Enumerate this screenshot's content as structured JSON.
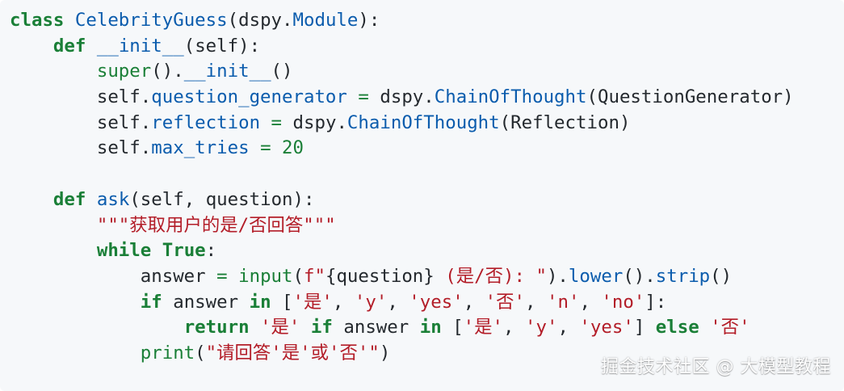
{
  "editor": {
    "language": "python",
    "colors": {
      "background": "#f6f8fa",
      "keyword": "#1a7f37",
      "name": "#0b5cad",
      "string": "#b31d28",
      "text": "#24292e"
    },
    "lines": [
      [
        {
          "t": "class",
          "c": "kw"
        },
        {
          "t": " ",
          "c": "pl"
        },
        {
          "t": "CelebrityGuess",
          "c": "cls"
        },
        {
          "t": "(",
          "c": "brk"
        },
        {
          "t": "dspy",
          "c": "pl"
        },
        {
          "t": ".",
          "c": "brk"
        },
        {
          "t": "Module",
          "c": "mod"
        },
        {
          "t": "):",
          "c": "brk"
        }
      ],
      [
        {
          "t": "    ",
          "c": "pl"
        },
        {
          "t": "def",
          "c": "kw"
        },
        {
          "t": " ",
          "c": "pl"
        },
        {
          "t": "__init__",
          "c": "fn"
        },
        {
          "t": "(",
          "c": "brk"
        },
        {
          "t": "self",
          "c": "pl"
        },
        {
          "t": "):",
          "c": "brk"
        }
      ],
      [
        {
          "t": "        ",
          "c": "pl"
        },
        {
          "t": "super",
          "c": "bi"
        },
        {
          "t": "().",
          "c": "brk"
        },
        {
          "t": "__init__",
          "c": "mod"
        },
        {
          "t": "()",
          "c": "brk"
        }
      ],
      [
        {
          "t": "        ",
          "c": "pl"
        },
        {
          "t": "self",
          "c": "pl"
        },
        {
          "t": ".",
          "c": "brk"
        },
        {
          "t": "question_generator",
          "c": "mod"
        },
        {
          "t": " ",
          "c": "pl"
        },
        {
          "t": "=",
          "c": "op"
        },
        {
          "t": " ",
          "c": "pl"
        },
        {
          "t": "dspy",
          "c": "pl"
        },
        {
          "t": ".",
          "c": "brk"
        },
        {
          "t": "ChainOfThought",
          "c": "mod"
        },
        {
          "t": "(",
          "c": "brk"
        },
        {
          "t": "QuestionGenerator",
          "c": "pl"
        },
        {
          "t": ")",
          "c": "brk"
        }
      ],
      [
        {
          "t": "        ",
          "c": "pl"
        },
        {
          "t": "self",
          "c": "pl"
        },
        {
          "t": ".",
          "c": "brk"
        },
        {
          "t": "reflection",
          "c": "mod"
        },
        {
          "t": " ",
          "c": "pl"
        },
        {
          "t": "=",
          "c": "op"
        },
        {
          "t": " ",
          "c": "pl"
        },
        {
          "t": "dspy",
          "c": "pl"
        },
        {
          "t": ".",
          "c": "brk"
        },
        {
          "t": "ChainOfThought",
          "c": "mod"
        },
        {
          "t": "(",
          "c": "brk"
        },
        {
          "t": "Reflection",
          "c": "pl"
        },
        {
          "t": ")",
          "c": "brk"
        }
      ],
      [
        {
          "t": "        ",
          "c": "pl"
        },
        {
          "t": "self",
          "c": "pl"
        },
        {
          "t": ".",
          "c": "brk"
        },
        {
          "t": "max_tries",
          "c": "mod"
        },
        {
          "t": " ",
          "c": "pl"
        },
        {
          "t": "=",
          "c": "op"
        },
        {
          "t": " ",
          "c": "pl"
        },
        {
          "t": "20",
          "c": "num"
        }
      ],
      [
        {
          "t": "",
          "c": "pl"
        }
      ],
      [
        {
          "t": "    ",
          "c": "pl"
        },
        {
          "t": "def",
          "c": "kw"
        },
        {
          "t": " ",
          "c": "pl"
        },
        {
          "t": "ask",
          "c": "fn"
        },
        {
          "t": "(",
          "c": "brk"
        },
        {
          "t": "self",
          "c": "pl"
        },
        {
          "t": ", ",
          "c": "brk"
        },
        {
          "t": "question",
          "c": "pl"
        },
        {
          "t": "):",
          "c": "brk"
        }
      ],
      [
        {
          "t": "        ",
          "c": "pl"
        },
        {
          "t": "\"\"\"获取用户的是/否回答\"\"\"",
          "c": "doc"
        }
      ],
      [
        {
          "t": "        ",
          "c": "pl"
        },
        {
          "t": "while",
          "c": "kw"
        },
        {
          "t": " ",
          "c": "pl"
        },
        {
          "t": "True",
          "c": "kw"
        },
        {
          "t": ":",
          "c": "brk"
        }
      ],
      [
        {
          "t": "            ",
          "c": "pl"
        },
        {
          "t": "answer",
          "c": "pl"
        },
        {
          "t": " ",
          "c": "pl"
        },
        {
          "t": "=",
          "c": "op"
        },
        {
          "t": " ",
          "c": "pl"
        },
        {
          "t": "input",
          "c": "bi"
        },
        {
          "t": "(",
          "c": "brk"
        },
        {
          "t": "f\"",
          "c": "str"
        },
        {
          "t": "{question}",
          "c": "fmt"
        },
        {
          "t": " (是/否): \"",
          "c": "str"
        },
        {
          "t": ").",
          "c": "brk"
        },
        {
          "t": "lower",
          "c": "mod"
        },
        {
          "t": "().",
          "c": "brk"
        },
        {
          "t": "strip",
          "c": "mod"
        },
        {
          "t": "()",
          "c": "brk"
        }
      ],
      [
        {
          "t": "            ",
          "c": "pl"
        },
        {
          "t": "if",
          "c": "kw"
        },
        {
          "t": " ",
          "c": "pl"
        },
        {
          "t": "answer",
          "c": "pl"
        },
        {
          "t": " ",
          "c": "pl"
        },
        {
          "t": "in",
          "c": "kw"
        },
        {
          "t": " ",
          "c": "pl"
        },
        {
          "t": "[",
          "c": "brk"
        },
        {
          "t": "'是'",
          "c": "str"
        },
        {
          "t": ", ",
          "c": "brk"
        },
        {
          "t": "'y'",
          "c": "str"
        },
        {
          "t": ", ",
          "c": "brk"
        },
        {
          "t": "'yes'",
          "c": "str"
        },
        {
          "t": ", ",
          "c": "brk"
        },
        {
          "t": "'否'",
          "c": "str"
        },
        {
          "t": ", ",
          "c": "brk"
        },
        {
          "t": "'n'",
          "c": "str"
        },
        {
          "t": ", ",
          "c": "brk"
        },
        {
          "t": "'no'",
          "c": "str"
        },
        {
          "t": "]:",
          "c": "brk"
        }
      ],
      [
        {
          "t": "                ",
          "c": "pl"
        },
        {
          "t": "return",
          "c": "kw"
        },
        {
          "t": " ",
          "c": "pl"
        },
        {
          "t": "'是'",
          "c": "str"
        },
        {
          "t": " ",
          "c": "pl"
        },
        {
          "t": "if",
          "c": "kw"
        },
        {
          "t": " ",
          "c": "pl"
        },
        {
          "t": "answer",
          "c": "pl"
        },
        {
          "t": " ",
          "c": "pl"
        },
        {
          "t": "in",
          "c": "kw"
        },
        {
          "t": " ",
          "c": "pl"
        },
        {
          "t": "[",
          "c": "brk"
        },
        {
          "t": "'是'",
          "c": "str"
        },
        {
          "t": ", ",
          "c": "brk"
        },
        {
          "t": "'y'",
          "c": "str"
        },
        {
          "t": ", ",
          "c": "brk"
        },
        {
          "t": "'yes'",
          "c": "str"
        },
        {
          "t": "]",
          "c": "brk"
        },
        {
          "t": " ",
          "c": "pl"
        },
        {
          "t": "else",
          "c": "kw"
        },
        {
          "t": " ",
          "c": "pl"
        },
        {
          "t": "'否'",
          "c": "str"
        }
      ],
      [
        {
          "t": "            ",
          "c": "pl"
        },
        {
          "t": "print",
          "c": "bi"
        },
        {
          "t": "(",
          "c": "brk"
        },
        {
          "t": "\"请回答'是'或'否'\"",
          "c": "str"
        },
        {
          "t": ")",
          "c": "brk"
        }
      ]
    ]
  },
  "watermark": {
    "text": "掘金技术社区 @ 大模型教程"
  }
}
